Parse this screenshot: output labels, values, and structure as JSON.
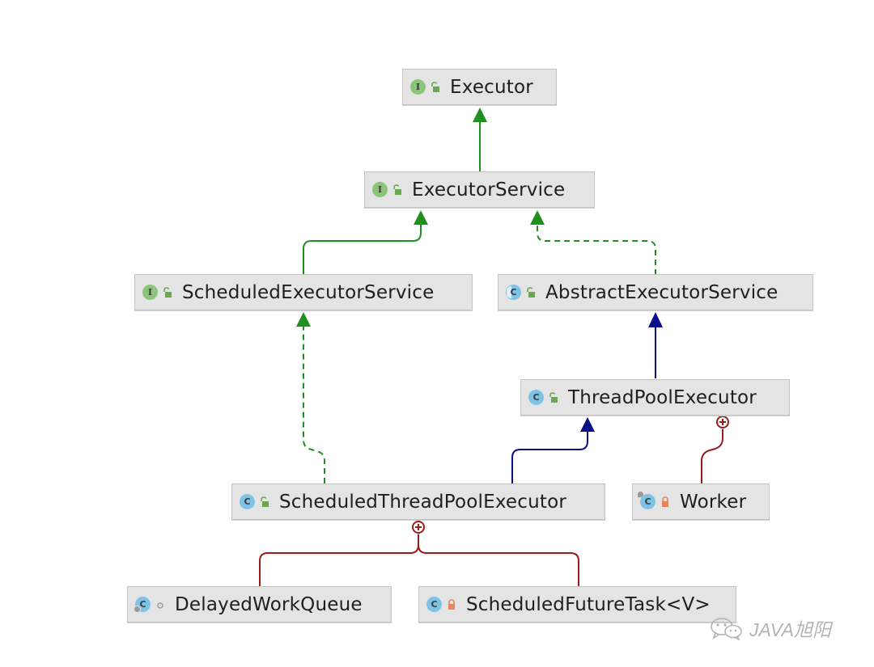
{
  "nodes": {
    "executor": {
      "name": "Executor",
      "kind": "interface",
      "kind_letter": "I",
      "visibility": "public"
    },
    "executor_service": {
      "name": "ExecutorService",
      "kind": "interface",
      "kind_letter": "I",
      "visibility": "public"
    },
    "scheduled_executor_service": {
      "name": "ScheduledExecutorService",
      "kind": "interface",
      "kind_letter": "I",
      "visibility": "public"
    },
    "abstract_executor_service": {
      "name": "AbstractExecutorService",
      "kind": "abstract-class",
      "kind_letter": "C",
      "visibility": "public"
    },
    "thread_pool_executor": {
      "name": "ThreadPoolExecutor",
      "kind": "class",
      "kind_letter": "C",
      "visibility": "public"
    },
    "scheduled_thread_pool_executor": {
      "name": "ScheduledThreadPoolExecutor",
      "kind": "class",
      "kind_letter": "C",
      "visibility": "public"
    },
    "worker": {
      "name": "Worker",
      "kind": "final-class",
      "kind_letter": "C",
      "visibility": "private"
    },
    "delayed_work_queue": {
      "name": "DelayedWorkQueue",
      "kind": "static-class",
      "kind_letter": "C",
      "visibility": "package-private"
    },
    "scheduled_future_task": {
      "name": "ScheduledFutureTask<V>",
      "kind": "class",
      "kind_letter": "C",
      "visibility": "private"
    }
  },
  "edges": [
    {
      "from": "executor_service",
      "to": "executor",
      "type": "interface-extends",
      "color": "#1f8f1f",
      "style": "solid"
    },
    {
      "from": "scheduled_executor_service",
      "to": "executor_service",
      "type": "interface-extends",
      "color": "#1f8f1f",
      "style": "solid"
    },
    {
      "from": "abstract_executor_service",
      "to": "executor_service",
      "type": "implements",
      "color": "#1f8f1f",
      "style": "dashed"
    },
    {
      "from": "thread_pool_executor",
      "to": "abstract_executor_service",
      "type": "extends",
      "color": "#0c0f8a",
      "style": "solid"
    },
    {
      "from": "scheduled_thread_pool_executor",
      "to": "scheduled_executor_service",
      "type": "implements",
      "color": "#1f8f1f",
      "style": "dashed"
    },
    {
      "from": "scheduled_thread_pool_executor",
      "to": "thread_pool_executor",
      "type": "extends",
      "color": "#0c0f8a",
      "style": "solid"
    },
    {
      "from": "worker",
      "to": "thread_pool_executor",
      "type": "inner-class",
      "color": "#9b1b1b",
      "style": "solid"
    },
    {
      "from": "delayed_work_queue",
      "to": "scheduled_thread_pool_executor",
      "type": "inner-class",
      "color": "#9b1b1b",
      "style": "solid"
    },
    {
      "from": "scheduled_future_task",
      "to": "scheduled_thread_pool_executor",
      "type": "inner-class",
      "color": "#9b1b1b",
      "style": "solid"
    }
  ],
  "colors": {
    "interface_icon": "#8dc47b",
    "class_icon": "#7ec2e6",
    "public_lock": "#6aa84f",
    "private_lock": "#e8835a",
    "node_fill": "#e4e4e4"
  },
  "watermark": {
    "text": "JAVA旭阳",
    "icon": "wechat-icon"
  }
}
